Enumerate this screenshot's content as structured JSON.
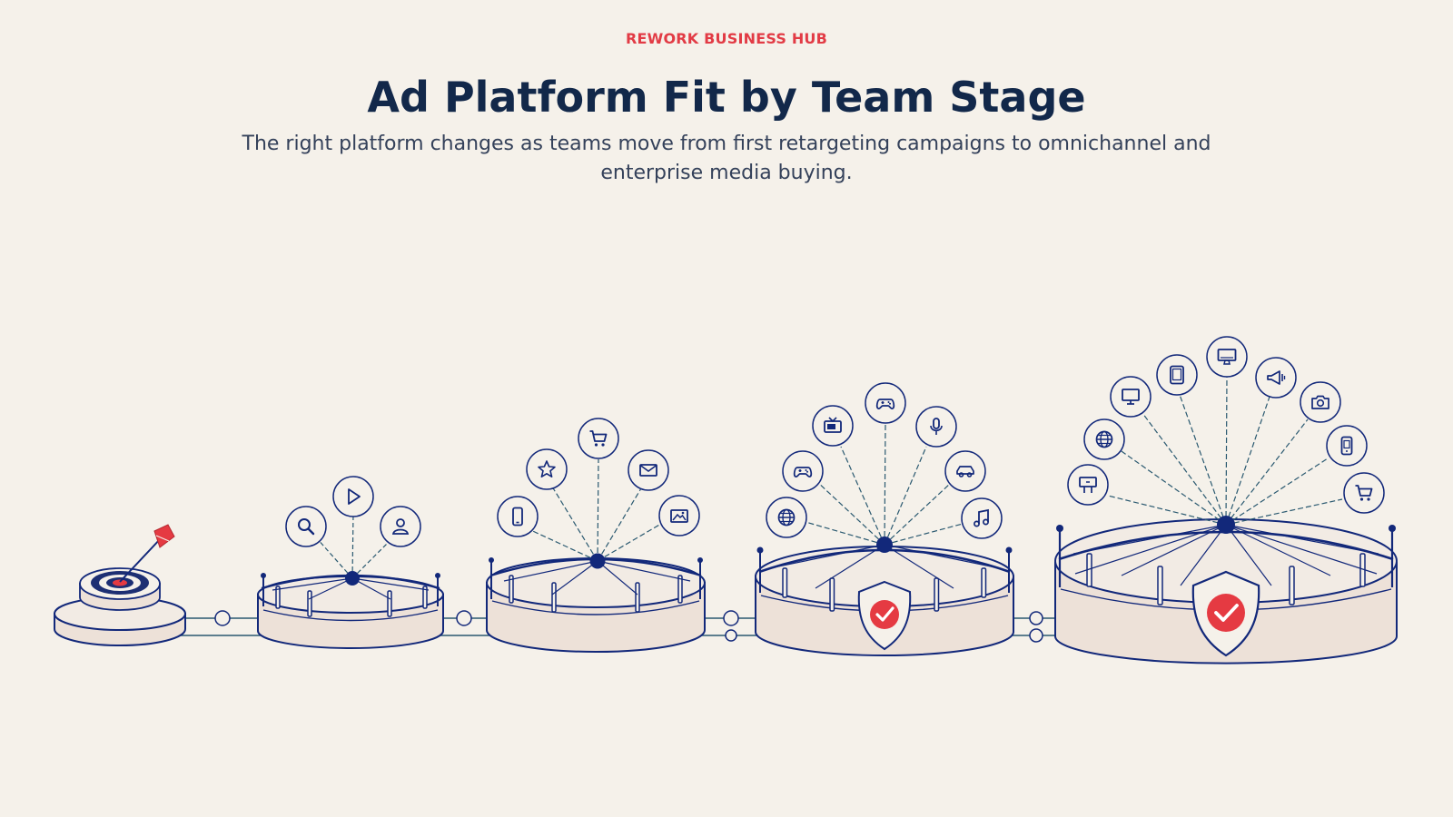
{
  "header": {
    "eyebrow": "REWORK BUSINESS HUB",
    "title": "Ad Platform Fit by Team Stage",
    "subtitle": "The right platform changes as teams move from first retargeting campaigns to omnichannel and enterprise media buying."
  },
  "colors": {
    "background": "#f5f1ea",
    "navy": "#12287a",
    "accent_red": "#e53a42",
    "platform_fill": "#ede1d8"
  },
  "stages": [
    {
      "id": "stage-1",
      "icons": [
        "target-icon",
        "arrow-icon"
      ]
    },
    {
      "id": "stage-2",
      "icons": [
        "search-icon",
        "play-icon",
        "user-icon"
      ]
    },
    {
      "id": "stage-3",
      "icons": [
        "phone-icon",
        "star-icon",
        "cart-icon",
        "mail-icon",
        "image-mail-icon"
      ]
    },
    {
      "id": "stage-4",
      "icons": [
        "globe-icon",
        "gamepad-icon",
        "tv-icon",
        "controller-icon",
        "microphone-icon",
        "car-icon",
        "music-icon",
        "shield-check-icon"
      ]
    },
    {
      "id": "stage-5",
      "icons": [
        "billboard-icon",
        "globe-icon",
        "monitor-icon",
        "tablet-icon",
        "desktop-icon",
        "megaphone-icon",
        "camera-icon",
        "mobile-icon",
        "cart-icon",
        "shield-check-icon"
      ]
    }
  ]
}
